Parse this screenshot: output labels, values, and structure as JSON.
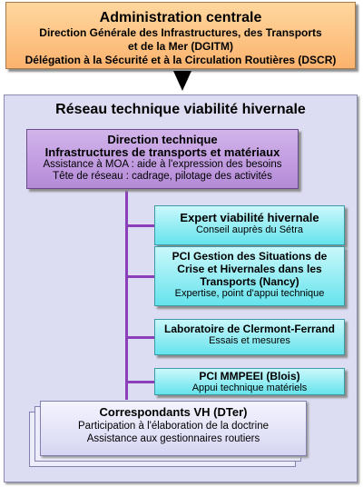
{
  "top": {
    "title": "Administration centrale",
    "line2": "Direction Générale des Infrastructures, des Transports",
    "line3": "et de la Mer (DGITM)",
    "line4": "Délégation à la Sécurité et à la Circulation Routières (DSCR)"
  },
  "network": {
    "title": "Réseau technique viabilité hivernale",
    "direction": {
      "line1": "Direction technique",
      "line2": "Infrastructures de transports et matériaux",
      "line3": "Assistance à MOA : aide à l'expression des besoins",
      "line4": "Tête de réseau : cadrage, pilotage des activités"
    },
    "boxes": [
      {
        "title": "Expert viabilité hivernale",
        "desc": "Conseil auprès du Sétra"
      },
      {
        "title1": "PCI Gestion des Situations de",
        "title2": "Crise et Hivernales dans les",
        "title3": "Transports (Nancy)",
        "desc": "Expertise, point d'appui technique"
      },
      {
        "title": "Laboratoire de Clermont-Ferrand",
        "desc": "Essais et mesures"
      },
      {
        "title": "PCI MMPEEI (Blois)",
        "desc": "Appui technique matériels"
      }
    ],
    "correspondants": {
      "title": "Correspondants VH (DTer)",
      "line2": "Participation à l'élaboration de la doctrine",
      "line3": "Assistance aux gestionnaires routiers"
    }
  },
  "colors": {
    "top_fill": "#fbb36e",
    "panel_fill": "#dcdcf2",
    "direction_fill": "#b48ad8",
    "connector": "#8b3fb8",
    "box_fill": "#66e3ec"
  }
}
